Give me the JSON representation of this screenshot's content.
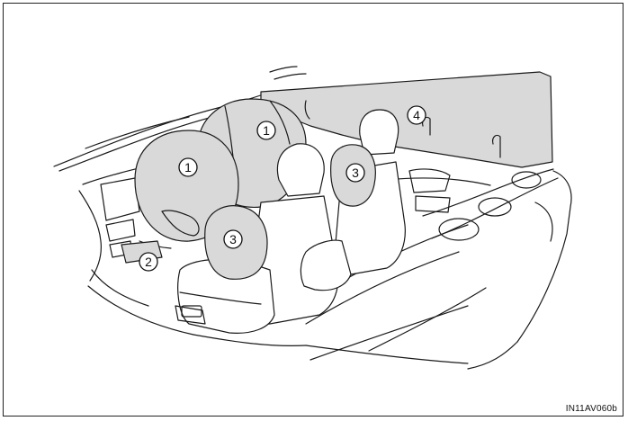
{
  "figure": {
    "callouts": [
      {
        "id": "driver-front-airbag",
        "label": "1"
      },
      {
        "id": "passenger-front-airbag",
        "label": "1"
      },
      {
        "id": "knee-airbag",
        "label": "2"
      },
      {
        "id": "driver-side-airbag",
        "label": "3"
      },
      {
        "id": "passenger-side-airbag",
        "label": "3"
      },
      {
        "id": "curtain-shield-airbag",
        "label": "4"
      }
    ],
    "reference_code": "IN11AV060b"
  },
  "colors": {
    "airbag_fill": "#d9d9d9",
    "line": "#1a1a1a",
    "frame": "#222222",
    "background": "#ffffff"
  }
}
